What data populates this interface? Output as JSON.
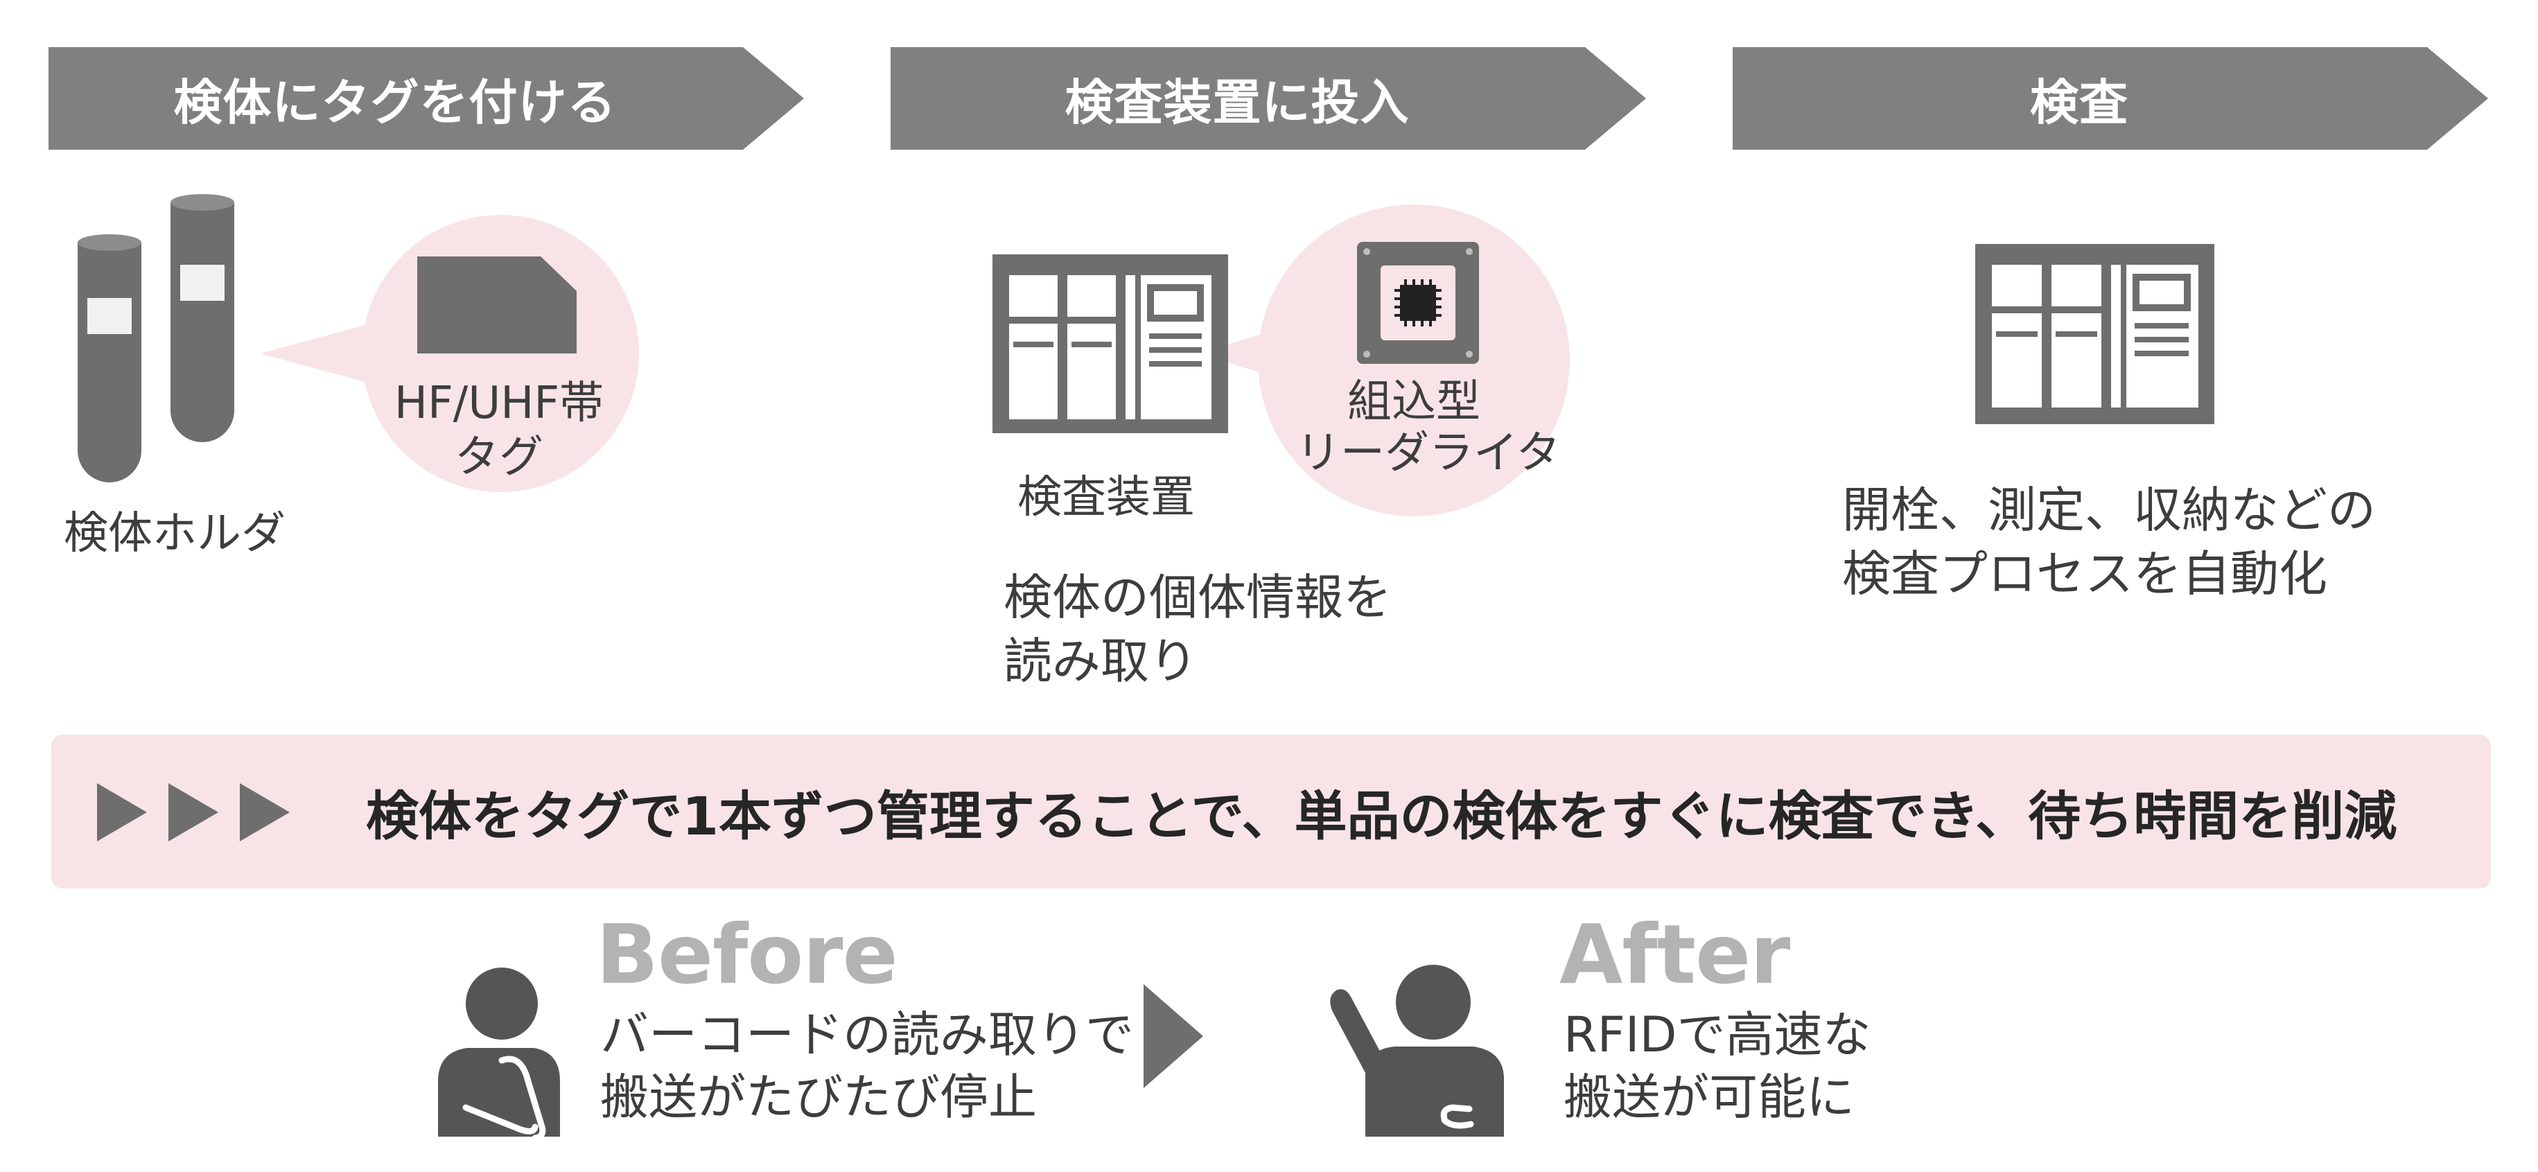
{
  "colors": {
    "step_bar": "#808080",
    "icon_gray": "#6e6e6e",
    "pink_bubble": "#f8e4e7",
    "banner_bg": "#f8e4e7",
    "arrow_gray": "#6e6e6e",
    "before_after_title": "#b3b3b3",
    "text": "#3d3d3d"
  },
  "steps": [
    {
      "label": "検体にタグを付ける"
    },
    {
      "label": "検査装置に投入"
    },
    {
      "label": "検査"
    }
  ],
  "step1": {
    "holder_label": "検体ホルダ",
    "bubble_line1": "HF/UHF帯",
    "bubble_line2": "タグ"
  },
  "step2": {
    "device_label": "検査装置",
    "bubble_line1": "組込型",
    "bubble_line2": "リーダライタ",
    "desc_line1": "検体の個体情報を",
    "desc_line2": "読み取り"
  },
  "step3": {
    "desc_line1": "開栓、測定、収納などの",
    "desc_line2": "検査プロセスを自動化"
  },
  "banner": {
    "text": "検体をタグで1本ずつ管理することで、単品の検体をすぐに検査でき、待ち時間を削減"
  },
  "before": {
    "title": "Before",
    "line1": "バーコードの読み取りで",
    "line2": "搬送がたびたび停止"
  },
  "after": {
    "title": "After",
    "line1": "RFIDで高速な",
    "line2": "搬送が可能に"
  },
  "icons": {
    "test_tube": "test-tube-icon",
    "tag": "tag-icon",
    "analyzer": "analyzer-icon",
    "chip": "chip-icon",
    "person_worried": "person-worried-icon",
    "person_happy": "person-happy-icon",
    "triangle_arrow": "play-arrow-icon"
  }
}
